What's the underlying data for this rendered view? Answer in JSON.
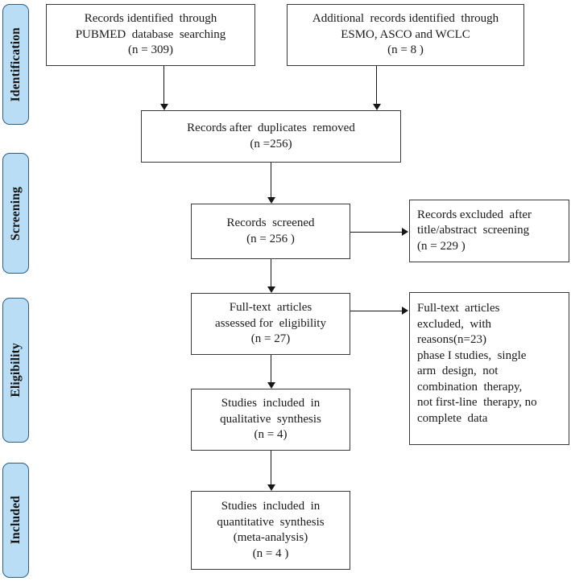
{
  "diagram": {
    "title": "PRISMA study selection flow diagram",
    "accent_color": "#b9ddf4",
    "border_color": "#2b5f86",
    "box_border_color": "#3a3a3a"
  },
  "phases": [
    {
      "label": "Identification"
    },
    {
      "label": "Screening"
    },
    {
      "label": "Eligibility"
    },
    {
      "label": "Included"
    }
  ],
  "boxes": {
    "identified_pubmed": {
      "line1": "Records identified  through",
      "line2": "PUBMED  database  searching",
      "line3": "(n = 309)"
    },
    "identified_additional": {
      "line1": "Additional  records identified  through",
      "line2": "ESMO, ASCO and WCLC",
      "line3": "(n = 8 )"
    },
    "duplicates_removed": {
      "line1": "Records after  duplicates  removed",
      "line2": "(n =256)"
    },
    "records_screened": {
      "line1": "Records  screened",
      "line2": "(n = 256 )"
    },
    "records_excluded": {
      "line1": "Records excluded  after",
      "line2": "title/abstract  screening",
      "line3": "(n = 229 )"
    },
    "fulltext_assessed": {
      "line1": "Full-text  articles",
      "line2": "assessed for  eligibility",
      "line3": "(n = 27)"
    },
    "fulltext_excluded": {
      "line1": "Full-text  articles",
      "line2": "excluded,  with",
      "line3": "reasons(n=23)",
      "line4": "phase I studies,  single",
      "line5": "arm  design,  not",
      "line6": "combination  therapy,",
      "line7": "not first-line  therapy, no",
      "line8": "complete  data"
    },
    "qualitative": {
      "line1": "Studies  included  in",
      "line2": "qualitative  synthesis",
      "line3": "(n = 4)"
    },
    "quantitative": {
      "line1": "Studies  included  in",
      "line2": "quantitative  synthesis",
      "line3": "(meta-analysis)",
      "line4": "(n = 4 )"
    }
  }
}
